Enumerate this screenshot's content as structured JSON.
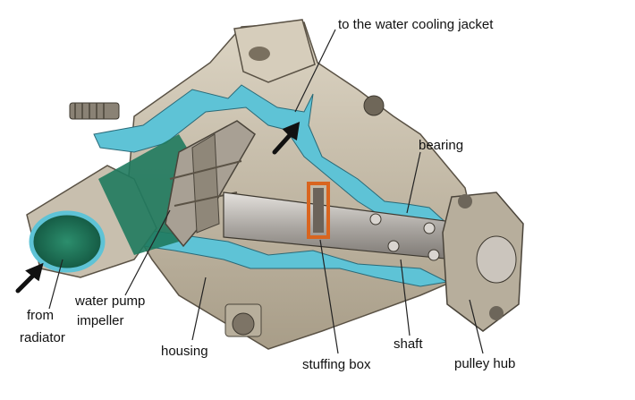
{
  "diagram": {
    "labels": {
      "water_cooling_jacket": "to the water cooling jacket",
      "bearing": "bearing",
      "from": "from",
      "radiator": "radiator",
      "water_pump": "water pump",
      "impeller": "impeller",
      "housing": "housing",
      "shaft": "shaft",
      "stuffing_box": "stuffing box",
      "pulley_hub": "pulley hub"
    },
    "colors": {
      "housing_metal": "#c9c0ae",
      "housing_shade": "#9e9482",
      "coolant_passage": "#5ec3d6",
      "inlet_interior": "#1f7a5e",
      "shaft_steel": "#b8b4b0",
      "seal_orange": "#d9651f",
      "pointer_line": "#222222"
    }
  }
}
